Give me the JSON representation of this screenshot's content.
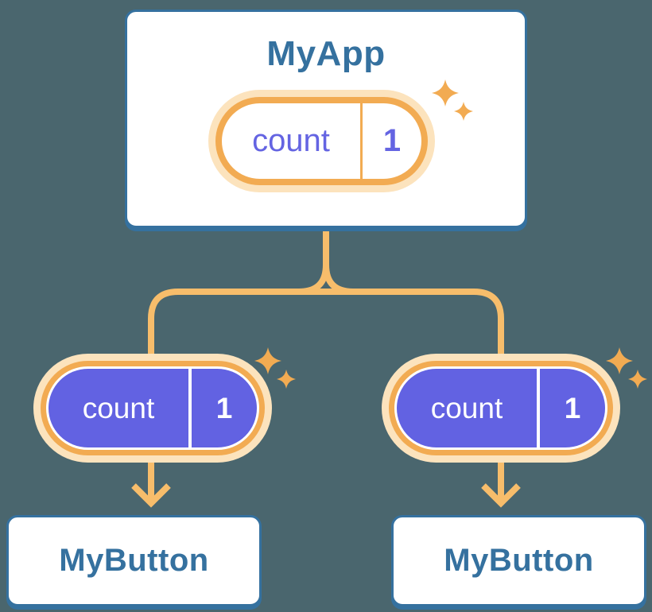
{
  "colors": {
    "background": "#4a666e",
    "card_bg": "#ffffff",
    "card_border": "#35719f",
    "heading_text": "#35719f",
    "connector": "#f7bd6b",
    "pill_ring": "#f2ab52",
    "pill_ring_outer": "#fce3bd",
    "state_fill": "#6262e2",
    "state_text": "#6464e2",
    "state_text_on_fill": "#ffffff",
    "sparkle": "#f2ab52"
  },
  "diagram": {
    "root": {
      "title": "MyApp",
      "state": {
        "label": "count",
        "value": "1"
      }
    },
    "children": [
      {
        "title": "MyButton",
        "prop": {
          "label": "count",
          "value": "1"
        }
      },
      {
        "title": "MyButton",
        "prop": {
          "label": "count",
          "value": "1"
        }
      }
    ]
  }
}
